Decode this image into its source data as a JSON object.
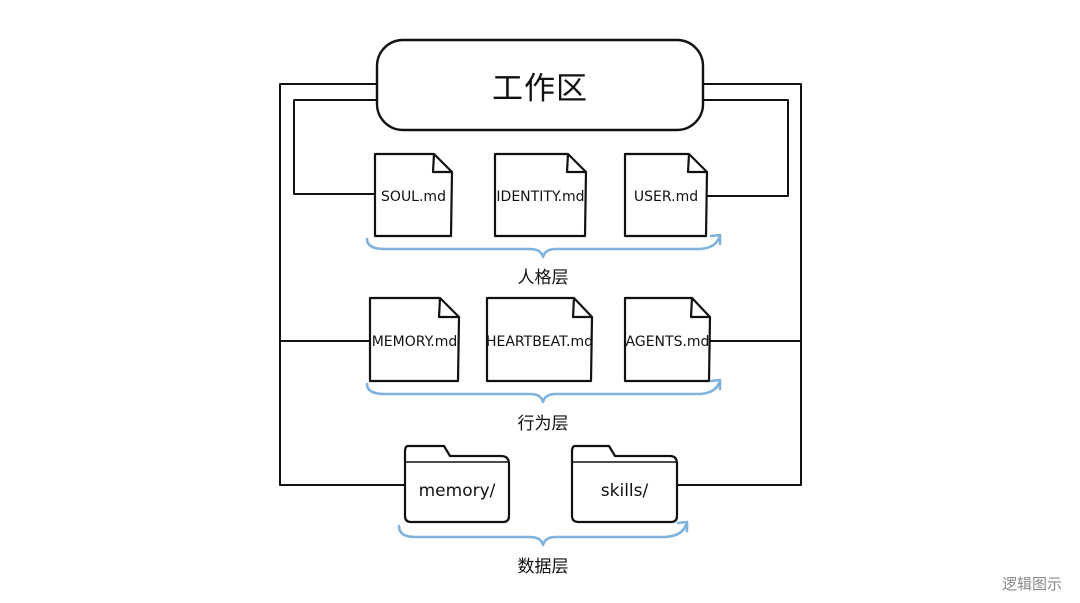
{
  "workspace": {
    "title": "工作区"
  },
  "layers": [
    {
      "name": "人格层",
      "files": [
        "SOUL.md",
        "IDENTITY.md",
        "USER.md"
      ]
    },
    {
      "name": "行为层",
      "files": [
        "MEMORY.md",
        "HEARTBEAT.md",
        "AGENTS.md"
      ]
    },
    {
      "name": "数据层",
      "folders": [
        "memory/",
        "skills/"
      ]
    }
  ],
  "watermark": "逻辑图示",
  "colors": {
    "stroke": "#111111",
    "brace": "#7fb2dc",
    "text": "#111111",
    "watermark": "#8a8a8a"
  }
}
